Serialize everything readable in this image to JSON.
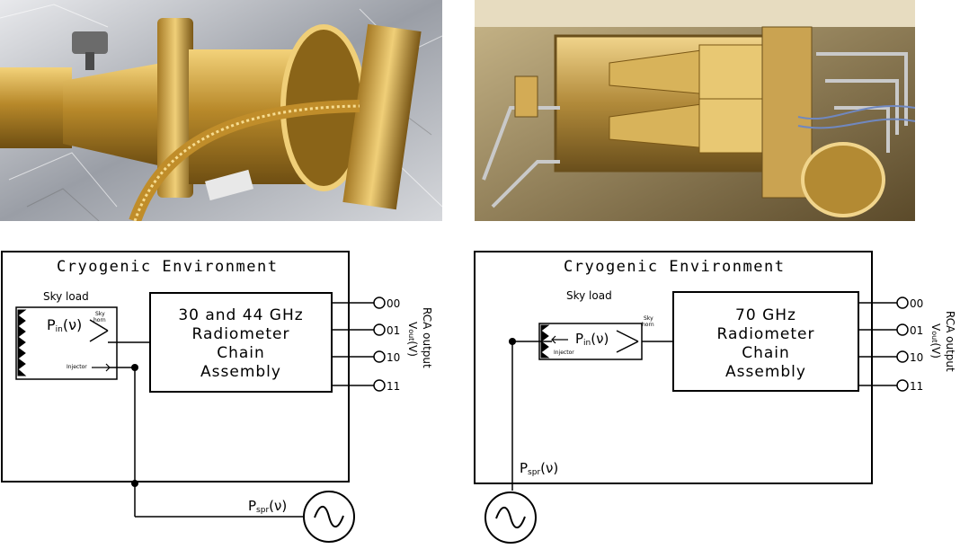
{
  "figure": {
    "photo_left_alt": "",
    "photo_right_alt": ""
  },
  "left": {
    "env_title": "Cryogenic Environment",
    "sky_load_label": "Sky load",
    "pin_main": "P",
    "pin_sub": "in",
    "pin_arg": "(ν)",
    "sky_horn_label_1": "Sky",
    "sky_horn_label_2": "horn",
    "injector_label": "Injector",
    "rca_title_lines": [
      "30 and 44 GHz",
      "Radiometer",
      "Chain",
      "Assembly"
    ],
    "outputs": [
      "00",
      "01",
      "10",
      "11"
    ],
    "rca_output_label": "RCA output",
    "vout_main": "V",
    "vout_sub": "out",
    "vout_arg": "(V)",
    "pspr_main": "P",
    "pspr_sub": "spr",
    "pspr_arg": "(ν)"
  },
  "right": {
    "env_title": "Cryogenic Environment",
    "sky_load_label": "Sky load",
    "pin_main": "P",
    "pin_sub": "in",
    "pin_arg": "(ν)",
    "sky_horn_label_1": "Sky",
    "sky_horn_label_2": "horn",
    "injector_label": "Injector",
    "rca_title_lines": [
      "70 GHz",
      "Radiometer",
      "Chain",
      "Assembly"
    ],
    "outputs": [
      "00",
      "01",
      "10",
      "11"
    ],
    "rca_output_label": "RCA output",
    "vout_main": "V",
    "vout_sub": "out",
    "vout_arg": "(V)",
    "pspr_main": "P",
    "pspr_sub": "spr",
    "pspr_arg": "(ν)"
  },
  "colors": {
    "line": "#000000",
    "gold": "#c9a24a",
    "foil": "#b8bcc4"
  }
}
